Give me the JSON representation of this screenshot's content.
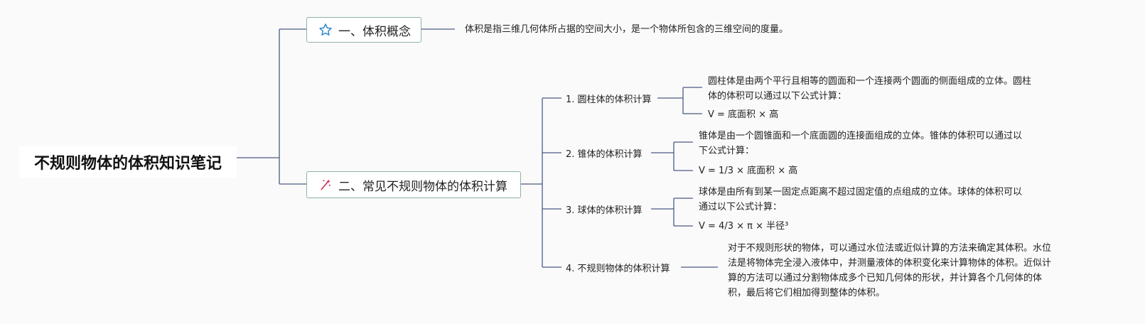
{
  "root": {
    "title": "不规则物体的体积知识笔记"
  },
  "branches": [
    {
      "label": "一、体积概念",
      "icon": "star-outline-icon",
      "detail": "体积是指三维几何体所占据的空间大小，是一个物体所包含的三维空间的度量。"
    },
    {
      "label": "二、常见不规则物体的体积计算",
      "icon": "magic-wand-icon",
      "children": [
        {
          "label": "1. 圆柱体的体积计算",
          "desc_lines": [
            "圆柱体是由两个平行且相等的圆面和一个连接两个圆面的侧面组成的立体。圆柱",
            "体的体积可以通过以下公式计算："
          ],
          "formula": "V = 底面积 × 高"
        },
        {
          "label": "2. 锥体的体积计算",
          "desc_lines": [
            "锥体是由一个圆锥面和一个底面圆的连接面组成的立体。锥体的体积可以通过以",
            "下公式计算："
          ],
          "formula": "V = 1/3 × 底面积 × 高"
        },
        {
          "label": "3. 球体的体积计算",
          "desc_lines": [
            "球体是由所有到某一固定点距离不超过固定值的点组成的立体。球体的体积可以",
            "通过以下公式计算："
          ],
          "formula": "V = 4/3 × π × 半径³"
        },
        {
          "label": "4. 不规则物体的体积计算",
          "desc_lines": [
            "对于不规则形状的物体，可以通过水位法或近似计算的方法来确定其体积。水位",
            "法是将物体完全浸入液体中，并测量液体的体积变化来计算物体的体积。近似计",
            "算的方法可以通过分割物体成多个已知几何体的形状，并计算各个几何体的体",
            "积，最后将它们相加得到整体的体积。"
          ]
        }
      ]
    }
  ],
  "colors": {
    "line": "#3e4f7a",
    "branch_border": "#8fb1a7",
    "star": "#2f86c9",
    "wand": "#d4365c"
  }
}
